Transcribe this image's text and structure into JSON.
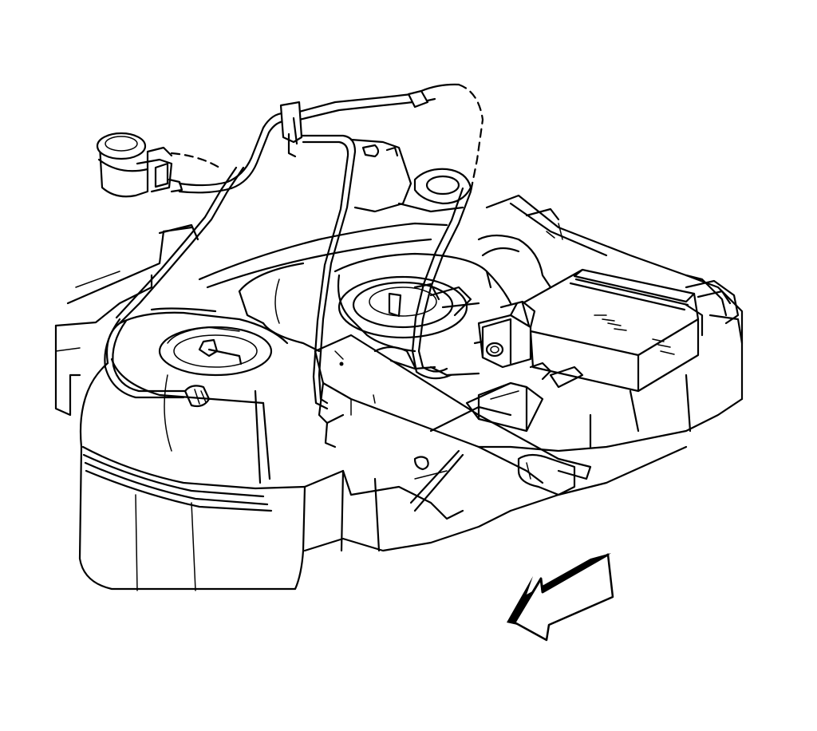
{
  "diagram": {
    "components": [
      "fuel-tank",
      "evap-canister",
      "canister-vent-solenoid",
      "vapor-lines",
      "fuel-pump-module",
      "frame-crossmember",
      "direction-arrow"
    ]
  }
}
